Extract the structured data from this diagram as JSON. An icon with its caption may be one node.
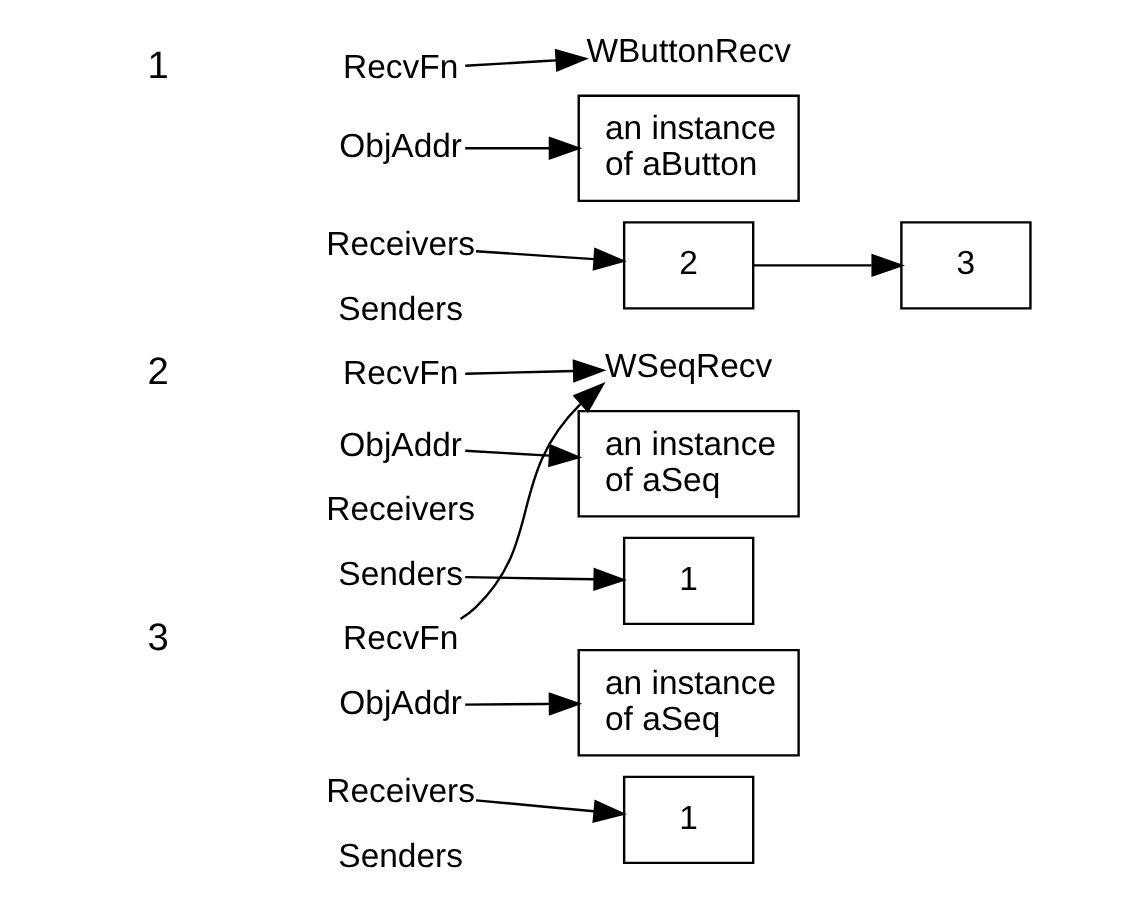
{
  "diagram": {
    "nodes": [
      {
        "text": [
          "RecvFn"
        ]
      },
      {
        "text": [
          "ObjAddr"
        ]
      },
      {
        "text": [
          "Receivers"
        ]
      },
      {
        "text": [
          "Senders"
        ]
      },
      {
        "text": [
          "WButtonRecv"
        ]
      },
      {
        "text": [
          "an instance of aButton"
        ]
      },
      {
        "text": [
          "2"
        ]
      },
      {
        "text": [
          "3"
        ]
      },
      {
        "text": [
          "RecvFn"
        ]
      },
      {
        "text": [
          "ObjAddr"
        ]
      },
      {
        "text": [
          "Receivers"
        ]
      },
      {
        "text": [
          "Senders"
        ]
      },
      {
        "text": [
          "WSeqRecv"
        ]
      },
      {
        "text": [
          "an instance of aSeq"
        ]
      },
      {
        "text": [
          "1"
        ]
      },
      {
        "text": [
          "RecvFn"
        ]
      },
      {
        "text": [
          "ObjAddr"
        ]
      },
      {
        "text": [
          "Receivers"
        ]
      },
      {
        "text": [
          "Senders"
        ]
      },
      {
        "text": [
          "an instance of aSeq"
        ]
      },
      {
        "text": [
          "1"
        ]
      }
    ],
    "edges": [
      {
        "from": 0,
        "to": 4,
        "arrow": "to"
      },
      {
        "from": 1,
        "to": 5,
        "arrow": "to"
      },
      {
        "from": 2,
        "to": 6,
        "arrow": "to"
      },
      {
        "from": 6,
        "to": 7,
        "arrow": "to"
      },
      {
        "from": 8,
        "to": 12,
        "arrow": "to"
      },
      {
        "from": 9,
        "to": 13,
        "arrow": "to"
      },
      {
        "from": 11,
        "to": 14,
        "arrow": "to"
      },
      {
        "from": 15,
        "to": 12,
        "arrow": "to"
      },
      {
        "from": 16,
        "to": 19,
        "arrow": "to"
      },
      {
        "from": 17,
        "to": 20,
        "arrow": "to"
      }
    ],
    "labels": [
      "1",
      "2",
      "3"
    ]
  }
}
